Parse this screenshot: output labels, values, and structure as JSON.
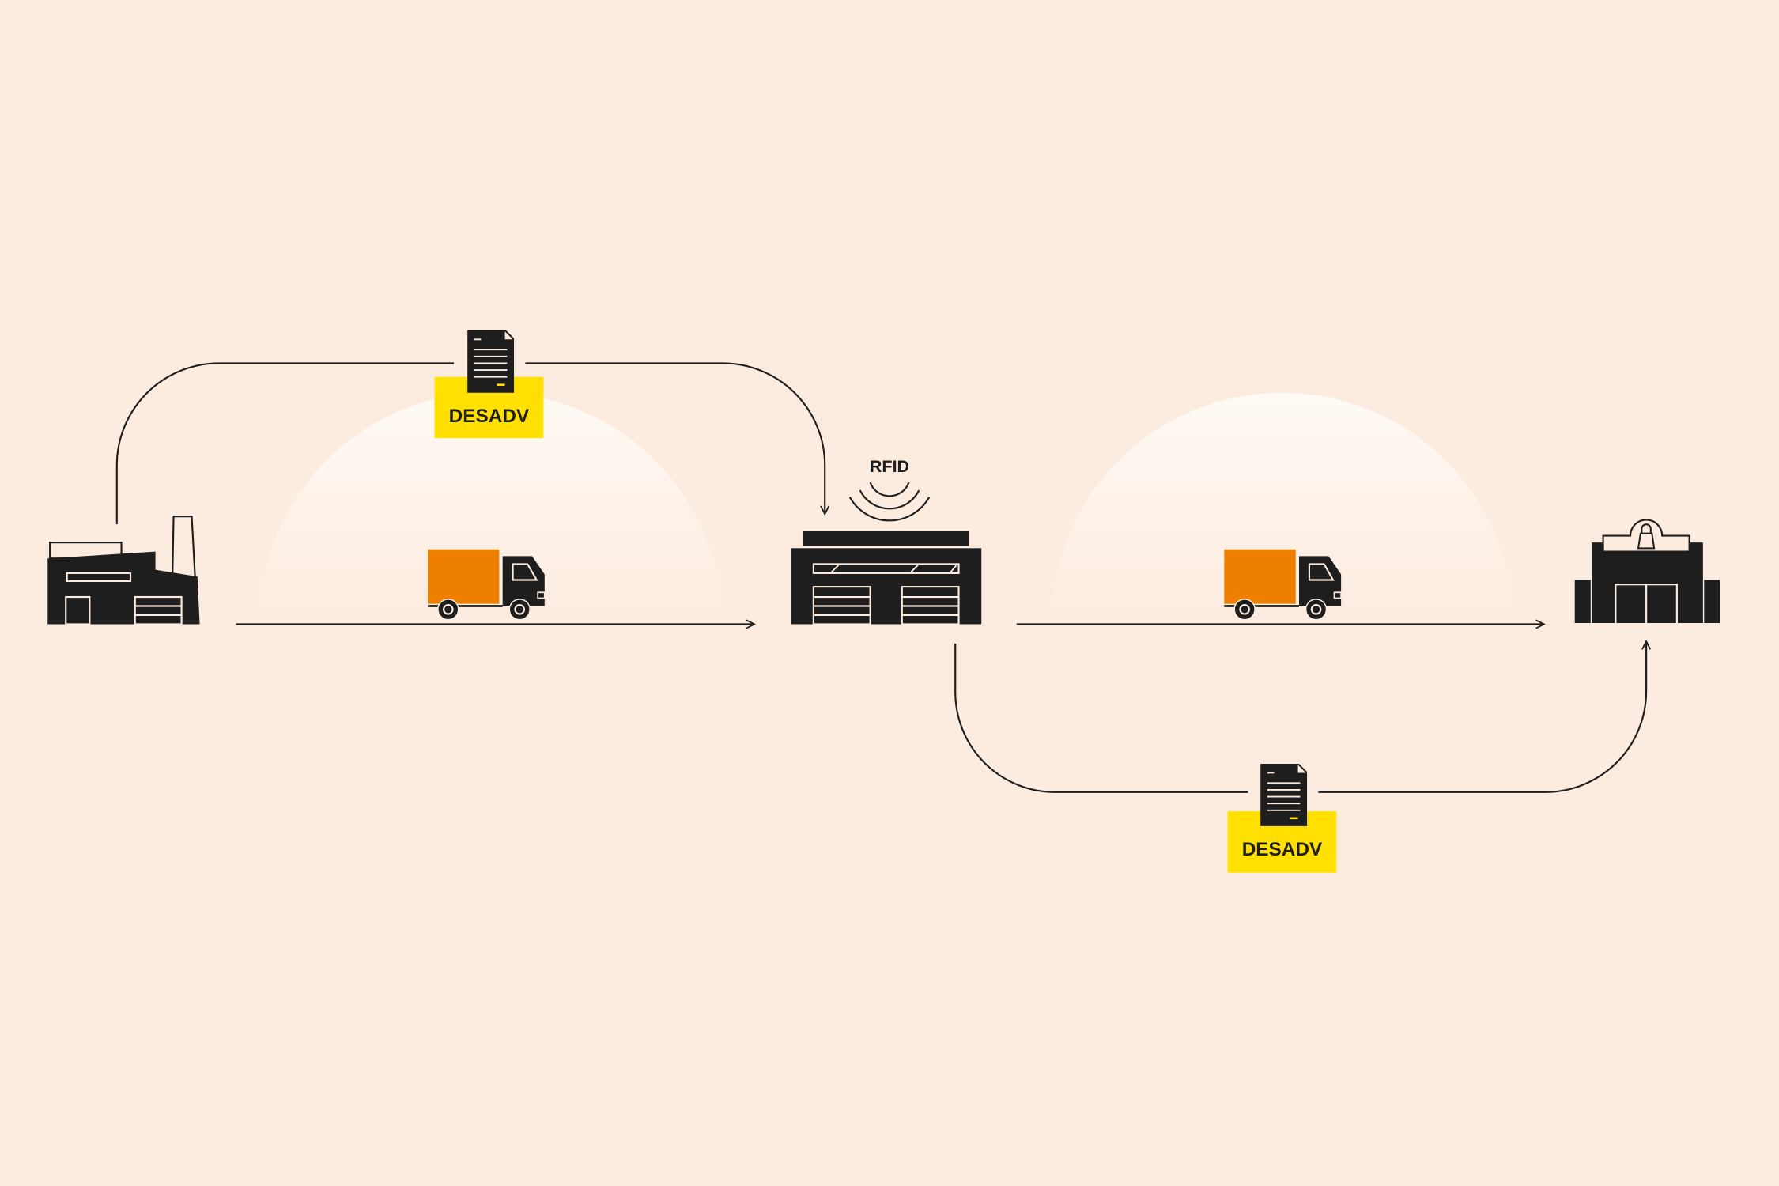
{
  "diagram": {
    "rfid_label": "RFID",
    "documents": [
      {
        "label": "DESADV"
      },
      {
        "label": "DESADV"
      }
    ],
    "nodes": [
      "factory-icon",
      "warehouse-icon",
      "store-icon"
    ],
    "vehicles": [
      "truck-icon",
      "truck-icon"
    ]
  },
  "colors": {
    "background": "#fcebdf",
    "ink": "#1e1e1e",
    "truck_cargo": "#ee7f00",
    "document_tag": "#ffe000"
  }
}
